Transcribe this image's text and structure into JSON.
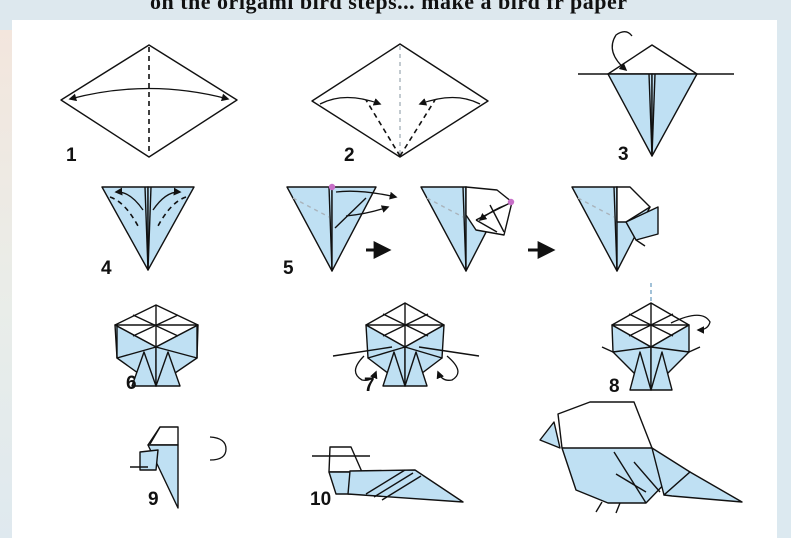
{
  "header": {
    "title_fragment": "on the origami bird steps... make a bird fr paper"
  },
  "steps": [
    {
      "id": "1",
      "label": "1"
    },
    {
      "id": "2",
      "label": "2"
    },
    {
      "id": "3",
      "label": "3"
    },
    {
      "id": "4",
      "label": "4"
    },
    {
      "id": "5",
      "label": "5"
    },
    {
      "id": "6",
      "label": "6"
    },
    {
      "id": "7",
      "label": "7"
    },
    {
      "id": "8",
      "label": "8"
    },
    {
      "id": "9",
      "label": "9"
    },
    {
      "id": "10",
      "label": "10"
    }
  ],
  "colors": {
    "paper_blue": "#bfe0f3",
    "paper_white": "#ffffff",
    "line": "#111111",
    "marker": "#c86fc8"
  }
}
